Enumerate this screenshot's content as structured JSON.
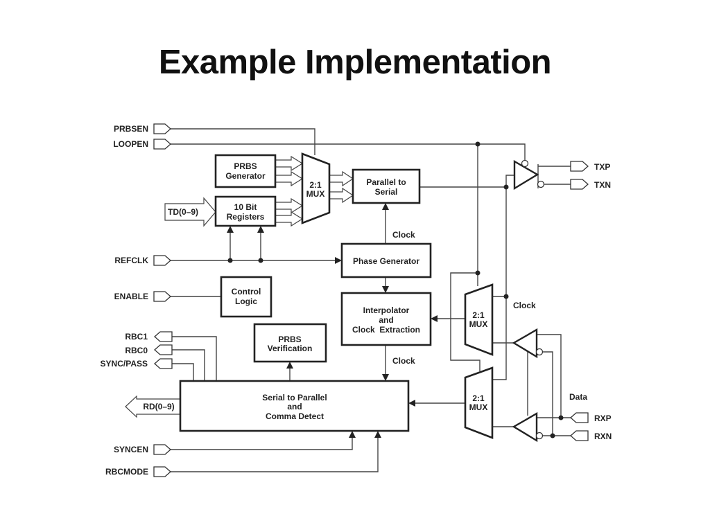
{
  "slide": {
    "title": "Example Implementation"
  },
  "pins": {
    "prbsen": "PRBSEN",
    "loopen": "LOOPEN",
    "td": "TD(0–9)",
    "refclk": "REFCLK",
    "enable": "ENABLE",
    "rbc1": "RBC1",
    "rbc0": "RBC0",
    "sync_pass": "SYNC/PASS",
    "rd": "RD(0–9)",
    "syncen": "SYNCEN",
    "rbcmode": "RBCMODE",
    "txp": "TXP",
    "txn": "TXN",
    "rxp": "RXP",
    "rxn": "RXN"
  },
  "blocks": {
    "prbs_gen": [
      "PRBS",
      "Generator"
    ],
    "registers": [
      "10 Bit",
      "Registers"
    ],
    "mux_tx": [
      "2:1",
      "MUX"
    ],
    "p2s": [
      "Parallel to",
      "Serial"
    ],
    "phase_gen": "Phase Generator",
    "control": [
      "Control",
      "Logic"
    ],
    "interp": [
      "Interpolator",
      "and",
      "Clock  Extraction"
    ],
    "prbs_ver": [
      "PRBS",
      "Verification"
    ],
    "s2p": [
      "Serial to Parallel",
      "and",
      "Comma Detect"
    ],
    "mux_clk": [
      "2:1",
      "MUX"
    ],
    "mux_data": [
      "2:1",
      "MUX"
    ]
  },
  "labels": {
    "clock_p2s": "Clock",
    "clock_s2p": "Clock",
    "clock_right": "Clock",
    "data_right": "Data"
  }
}
